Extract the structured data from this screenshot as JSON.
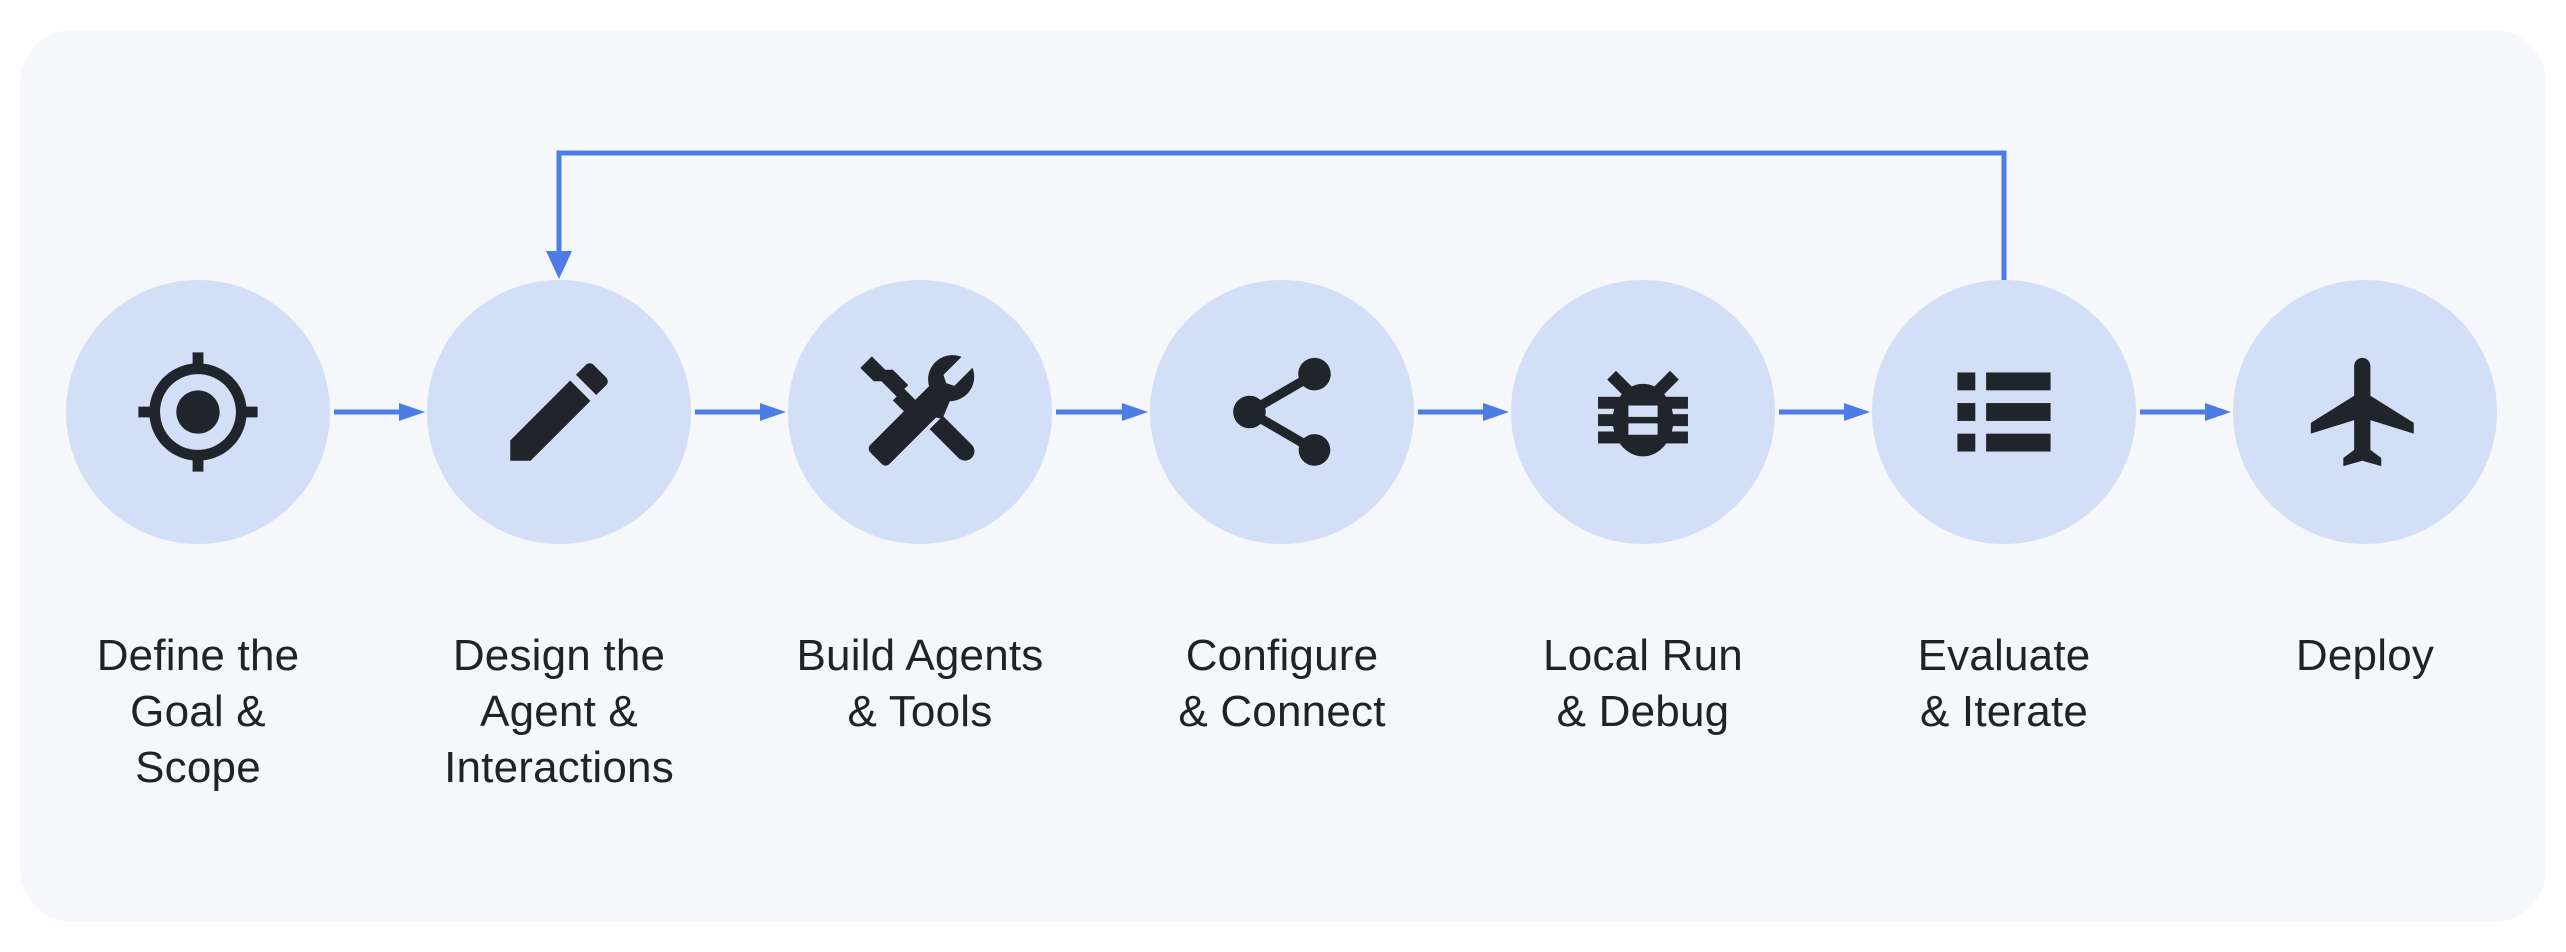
{
  "diagram": {
    "name": "agent-development-workflow",
    "step_count": 7
  },
  "colors": {
    "arrow_color": "#4d7ce5",
    "circle_fill": "#d3def7",
    "icon_color": "#20242b",
    "text_color": "#202227",
    "card_bg": "#f5f7fa",
    "page_bg": "#ffffff"
  },
  "steps": [
    {
      "id": "define-goal-scope",
      "icon": "target-icon",
      "label": "Define the\nGoal &\nScope"
    },
    {
      "id": "design-agent-interactions",
      "icon": "pencil-icon",
      "label": "Design the\nAgent &\nInteractions"
    },
    {
      "id": "build-agents-tools",
      "icon": "tools-icon",
      "label": "Build Agents\n& Tools"
    },
    {
      "id": "configure-connect",
      "icon": "share-icon",
      "label": "Configure\n& Connect"
    },
    {
      "id": "local-run-debug",
      "icon": "bug-icon",
      "label": "Local Run\n& Debug"
    },
    {
      "id": "evaluate-iterate",
      "icon": "list-icon",
      "label": "Evaluate\n& Iterate"
    },
    {
      "id": "deploy",
      "icon": "airplane-icon",
      "label": "Deploy"
    }
  ],
  "connections": {
    "forward": [
      {
        "from": "define-goal-scope",
        "to": "design-agent-interactions"
      },
      {
        "from": "design-agent-interactions",
        "to": "build-agents-tools"
      },
      {
        "from": "build-agents-tools",
        "to": "configure-connect"
      },
      {
        "from": "configure-connect",
        "to": "local-run-debug"
      },
      {
        "from": "local-run-debug",
        "to": "evaluate-iterate"
      },
      {
        "from": "evaluate-iterate",
        "to": "deploy"
      }
    ],
    "feedback": {
      "from": "evaluate-iterate",
      "to": "design-agent-interactions"
    }
  }
}
